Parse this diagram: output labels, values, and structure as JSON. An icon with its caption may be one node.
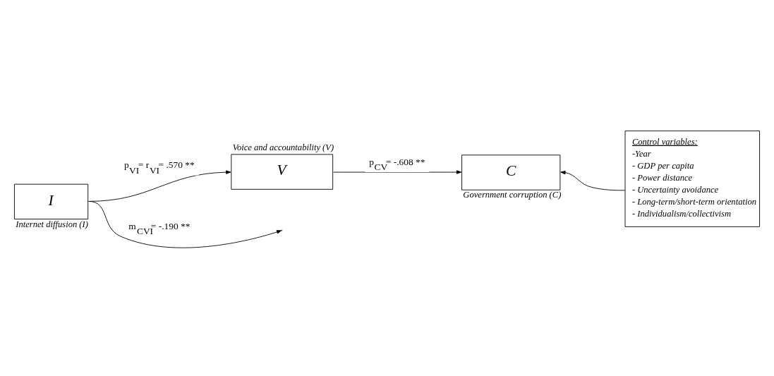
{
  "diagram": {
    "nodes": [
      {
        "text": [
          "Voice and accountability (V)",
          "V"
        ]
      },
      {
        "text": [
          "Control variables:",
          "-Year",
          "- GDP per capita",
          "- Power distance",
          "- Uncertainty avoidance",
          "- Long-term/short-term orientation",
          "- Individualism/collectivism"
        ]
      },
      {
        "text": [
          "C",
          "Government corruption (C)"
        ]
      },
      {
        "text": [
          "I",
          "Internet diffusion (I)"
        ]
      }
    ],
    "edges": [
      {
        "from": 3,
        "to": 0,
        "arrow": "to",
        "label": "p$_{VI}$= r$_{VI}$= .570 **"
      },
      {
        "from": 0,
        "to": 2,
        "arrow": "to",
        "label": "p$_{CV}$= -.608 **"
      },
      {
        "from": 3,
        "to": null,
        "arrow": "to",
        "label": "m$_{CVI}$= -.190 **"
      },
      {
        "from": 1,
        "to": 2,
        "arrow": "to"
      }
    ]
  }
}
